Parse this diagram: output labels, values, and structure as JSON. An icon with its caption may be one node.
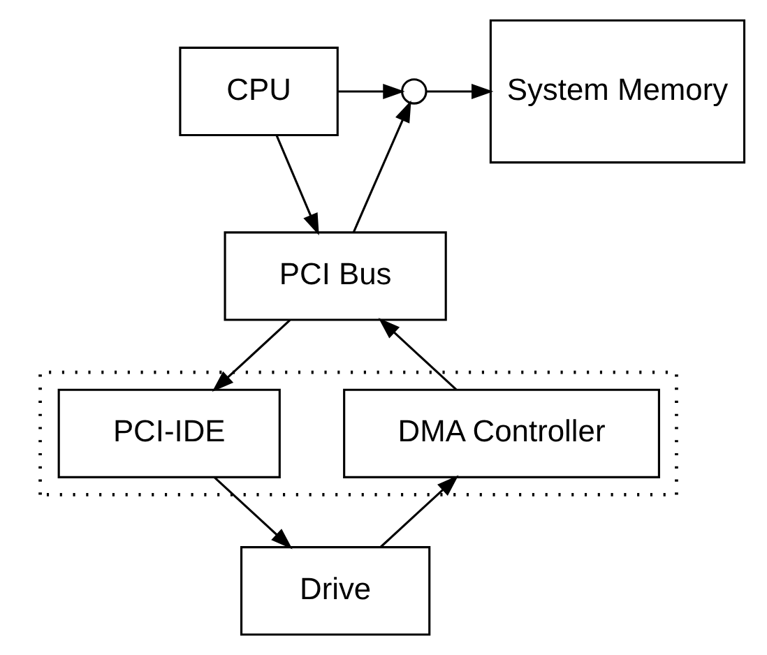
{
  "diagram": {
    "nodes": [
      {
        "text": [
          "System Memory"
        ]
      },
      {
        "text": [],
        "shape": "circle"
      },
      {
        "text": [
          "CPU"
        ]
      },
      {
        "text": [
          "PCI Bus"
        ]
      },
      {
        "text": [],
        "shape": "box"
      },
      {
        "text": [
          "DMA Controller"
        ],
        "in": 4
      },
      {
        "text": [
          "PCI-IDE"
        ],
        "in": 4
      },
      {
        "text": [
          "Drive"
        ]
      }
    ],
    "edges": [
      {
        "from": 2,
        "to": 1,
        "arrow": "to"
      },
      {
        "from": 3,
        "to": 1,
        "arrow": "to"
      },
      {
        "from": 1,
        "to": 0,
        "arrow": "to"
      },
      {
        "from": 2,
        "to": 3,
        "arrow": "to"
      },
      {
        "from": 5,
        "to": 3,
        "arrow": "to"
      },
      {
        "from": 3,
        "to": 6,
        "arrow": "to"
      },
      {
        "from": 6,
        "to": 7,
        "arrow": "to"
      },
      {
        "from": 7,
        "to": 5,
        "arrow": "to"
      }
    ]
  }
}
